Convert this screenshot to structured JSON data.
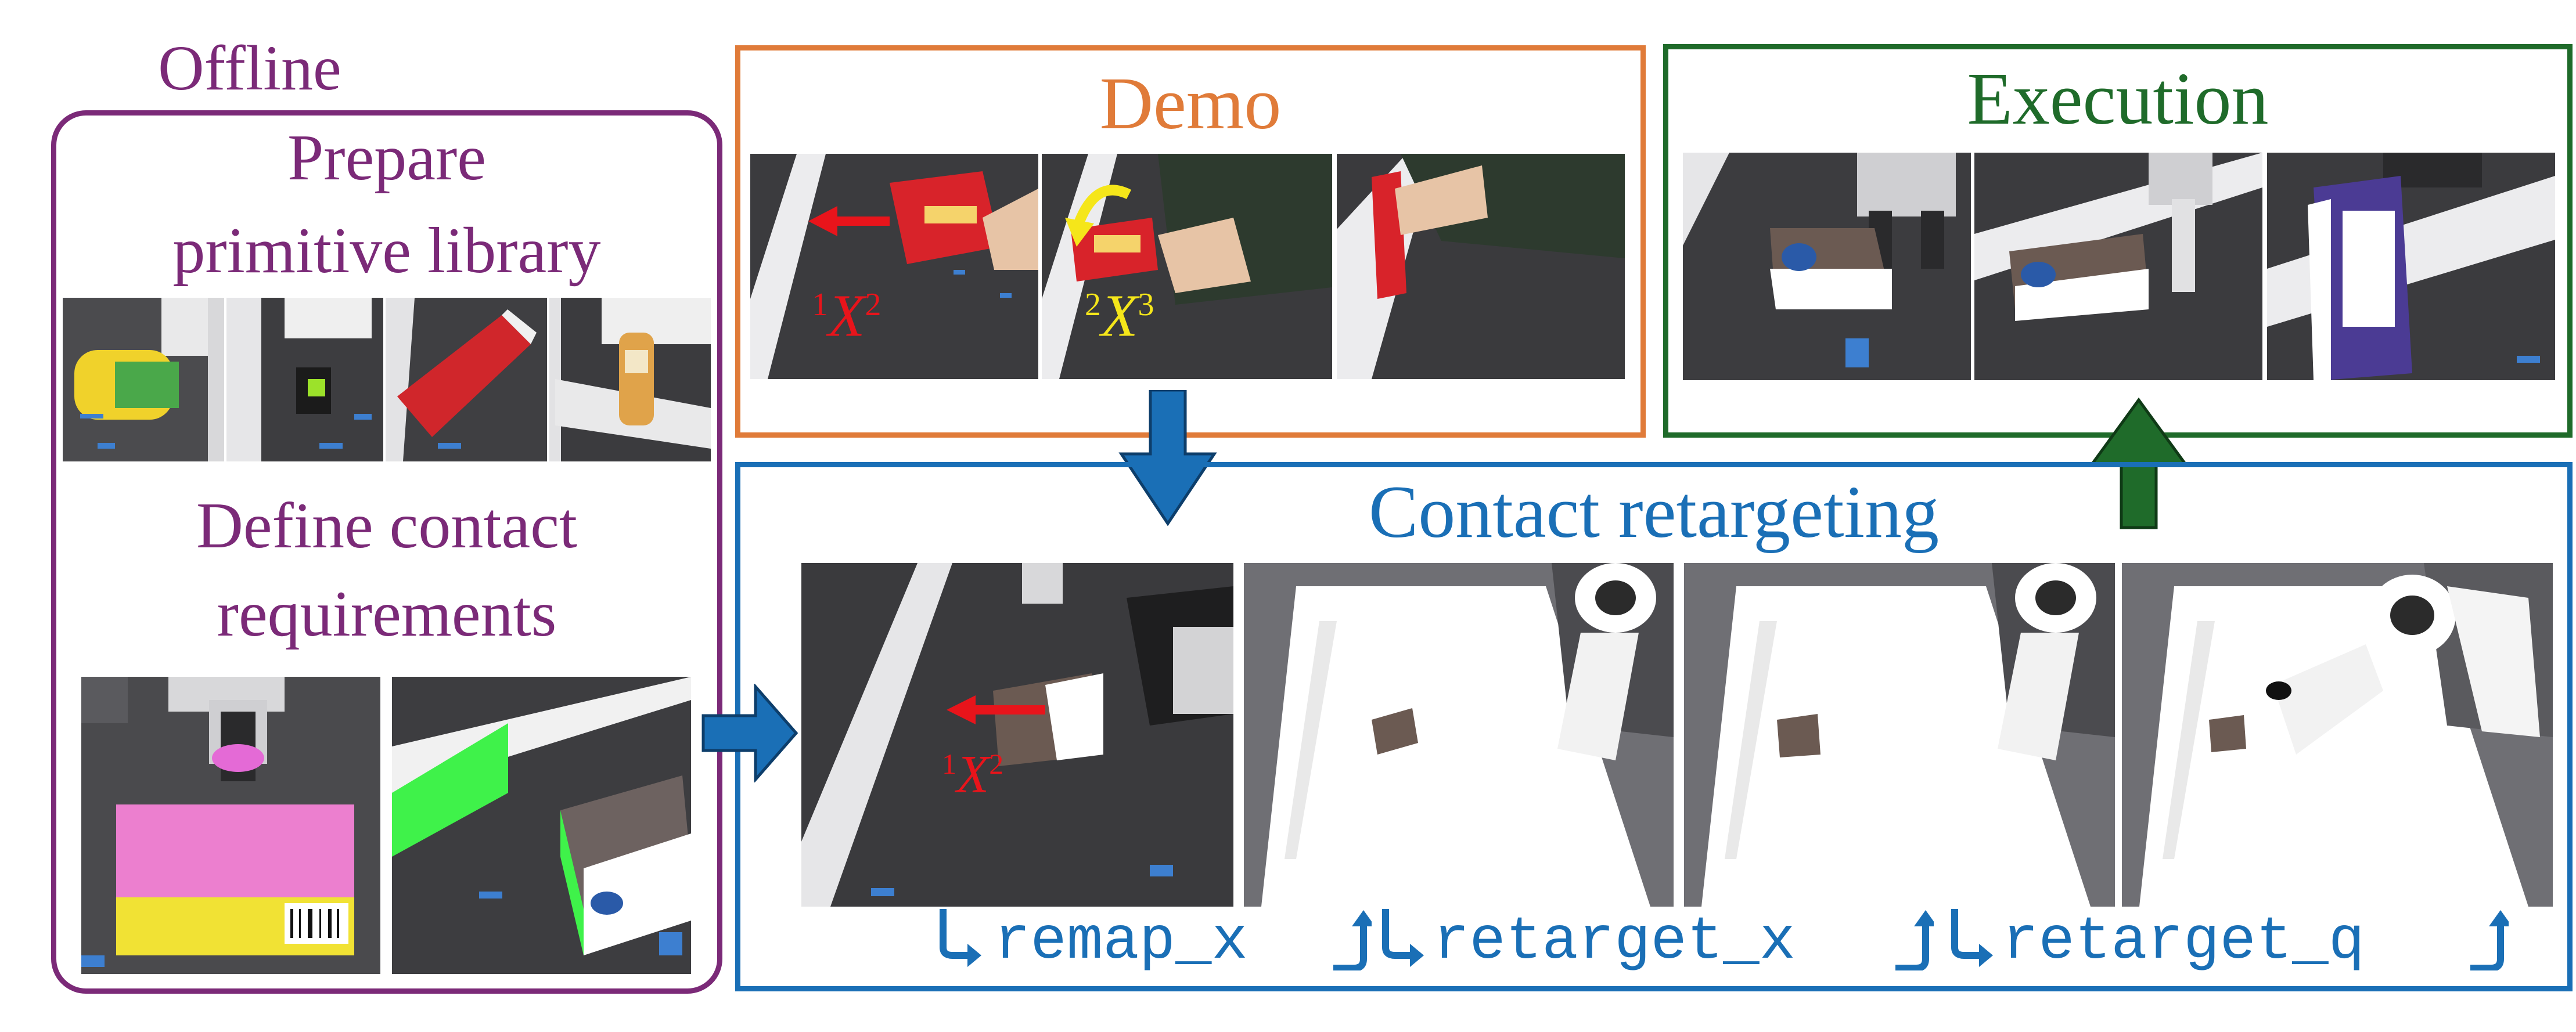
{
  "colors": {
    "offline": "#7b2a78",
    "demo": "#e07b39",
    "execution": "#1f6b2a",
    "retarget": "#1a6fb6",
    "arrow_red": "#e8141b",
    "arrow_yellow": "#f5e61a",
    "contact_pink": "#e46ad6",
    "contact_green": "#3ff24a"
  },
  "offline": {
    "header": "Offline",
    "prepare_line1": "Prepare",
    "prepare_line2": "primitive library",
    "define_line1": "Define contact",
    "define_line2": "requirements"
  },
  "demo": {
    "title": "Demo",
    "label1_pre": "1",
    "label1_x": "X",
    "label1_post": "2",
    "label2_pre": "2",
    "label2_x": "X",
    "label2_post": "3"
  },
  "execution": {
    "title": "Execution"
  },
  "retargeting": {
    "title": "Contact retargeting",
    "label_pre": "1",
    "label_x": "X",
    "label_post": "2",
    "steps": [
      "remap_x",
      "retarget_x",
      "retarget_q"
    ]
  },
  "icons": {
    "down_arrow": "blue-down-arrow-icon",
    "up_arrow": "green-up-arrow-icon",
    "right_arrow": "blue-right-arrow-icon",
    "hook": "hook-arrow-icon"
  }
}
